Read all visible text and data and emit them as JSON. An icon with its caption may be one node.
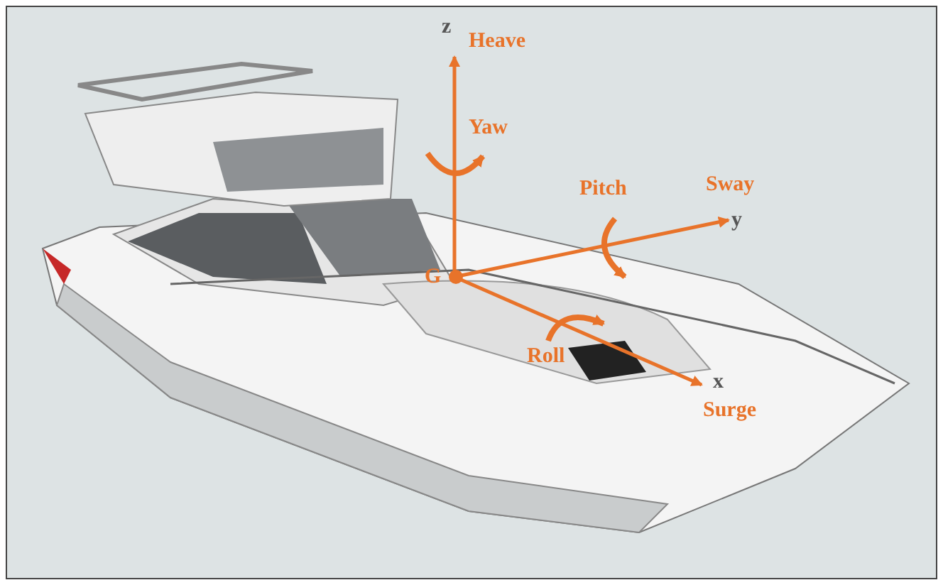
{
  "diagram": {
    "labels": [
      "z",
      "Heave",
      "Yaw",
      "Pitch",
      "Sway",
      "y",
      "G",
      "Roll",
      "x",
      "Surge"
    ]
  }
}
